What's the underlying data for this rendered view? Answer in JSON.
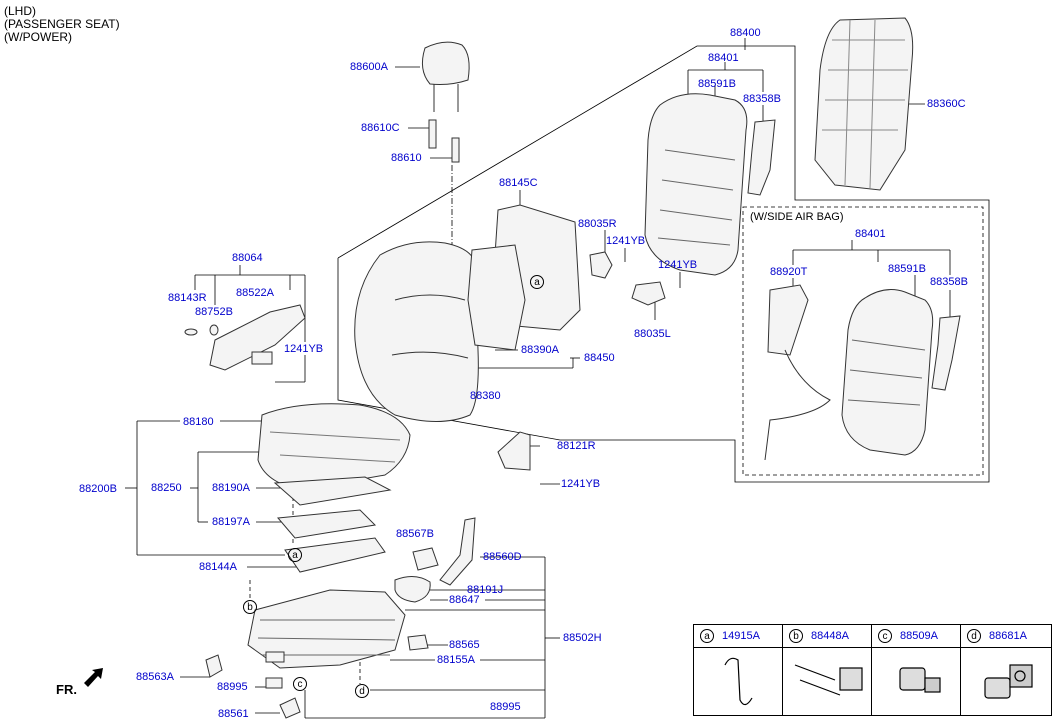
{
  "header": {
    "line1": "(LHD)",
    "line2": "(PASSENGER SEAT)",
    "line3": "(W/POWER)"
  },
  "callouts": {
    "c88400": "88400",
    "c88401": "88401",
    "c88591B": "88591B",
    "c88358B": "88358B",
    "c88360C": "88360C",
    "c88600A": "88600A",
    "c88610C": "88610C",
    "c88610": "88610",
    "c88145C": "88145C",
    "c88035R": "88035R",
    "c1241YB_a": "1241YB",
    "c1241YB_b": "1241YB",
    "c88035L": "88035L",
    "c88064": "88064",
    "c88143R": "88143R",
    "c88522A": "88522A",
    "c88752B": "88752B",
    "c1241YB_c": "1241YB",
    "c88390A": "88390A",
    "c88450": "88450",
    "c88380": "88380",
    "c88180": "88180",
    "c88121R": "88121R",
    "c1241YB_d": "1241YB",
    "c88200B": "88200B",
    "c88250": "88250",
    "c88190A": "88190A",
    "c88197A": "88197A",
    "c88567B": "88567B",
    "c88560D": "88560D",
    "c88144A": "88144A",
    "c88191J": "88191J",
    "c88647": "88647",
    "c88502H": "88502H",
    "c88565": "88565",
    "c88155A": "88155A",
    "c88563A": "88563A",
    "c88995_a": "88995",
    "c88995_b": "88995",
    "c88561": "88561",
    "airbag_title": "(W/SIDE AIR BAG)",
    "ab88401": "88401",
    "ab88920T": "88920T",
    "ab88591B": "88591B",
    "ab88358B": "88358B"
  },
  "markers": {
    "a": "a",
    "b": "b",
    "c": "c",
    "d": "d"
  },
  "front_label": "FR.",
  "legend": [
    {
      "letter": "a",
      "code": "14915A",
      "icon": "hook-wire-icon"
    },
    {
      "letter": "b",
      "code": "88448A",
      "icon": "motor-assembly-icon"
    },
    {
      "letter": "c",
      "code": "88509A",
      "icon": "motor-icon"
    },
    {
      "letter": "d",
      "code": "88681A",
      "icon": "motor-gear-icon"
    }
  ],
  "colors": {
    "callout": "#0000cc",
    "line": "#000000"
  }
}
